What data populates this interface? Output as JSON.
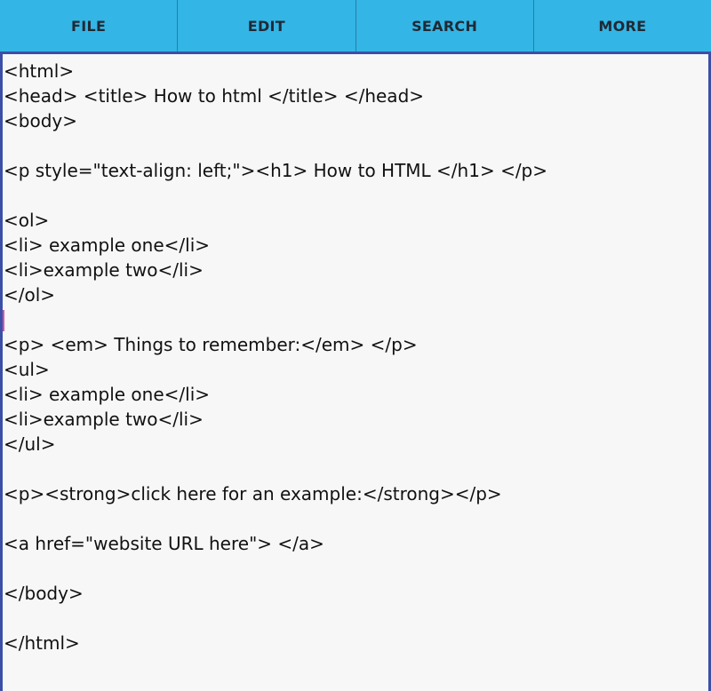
{
  "menu": {
    "items": [
      {
        "label": "FILE"
      },
      {
        "label": "EDIT"
      },
      {
        "label": "SEARCH"
      },
      {
        "label": "MORE"
      }
    ]
  },
  "editor": {
    "caret_color": "#e0519a",
    "caret_line": 10,
    "lines": [
      "<html>",
      "<head> <title> How to html </title> </head>",
      "<body>",
      "",
      "<p style=\"text-align: left;\"><h1> How to HTML </h1> </p>",
      "",
      "<ol>",
      "<li> example one</li>",
      "<li>example two</li>",
      "</ol>",
      "",
      "<p> <em> Things to remember:</em> </p>",
      "<ul>",
      "<li> example one</li>",
      "<li>example two</li>",
      "</ul>",
      "",
      "<p><strong>click here for an example:</strong></p>",
      "",
      "<a href=\"website URL here\"> </a>",
      "",
      "</body>",
      "",
      "</html>"
    ]
  },
  "colors": {
    "menubar": "#33b5e5",
    "border": "#3b4fa8",
    "editor_background": "#f7f7f7"
  }
}
